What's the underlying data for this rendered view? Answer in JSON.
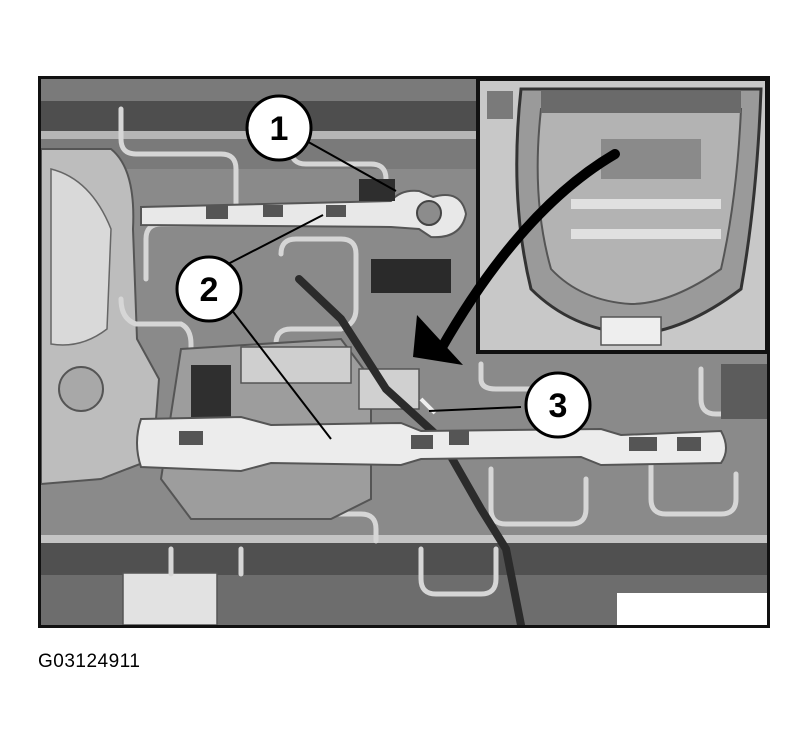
{
  "figure": {
    "id": "G03124911"
  },
  "callouts": [
    {
      "label": "1"
    },
    {
      "label": "2"
    },
    {
      "label": "3"
    }
  ]
}
